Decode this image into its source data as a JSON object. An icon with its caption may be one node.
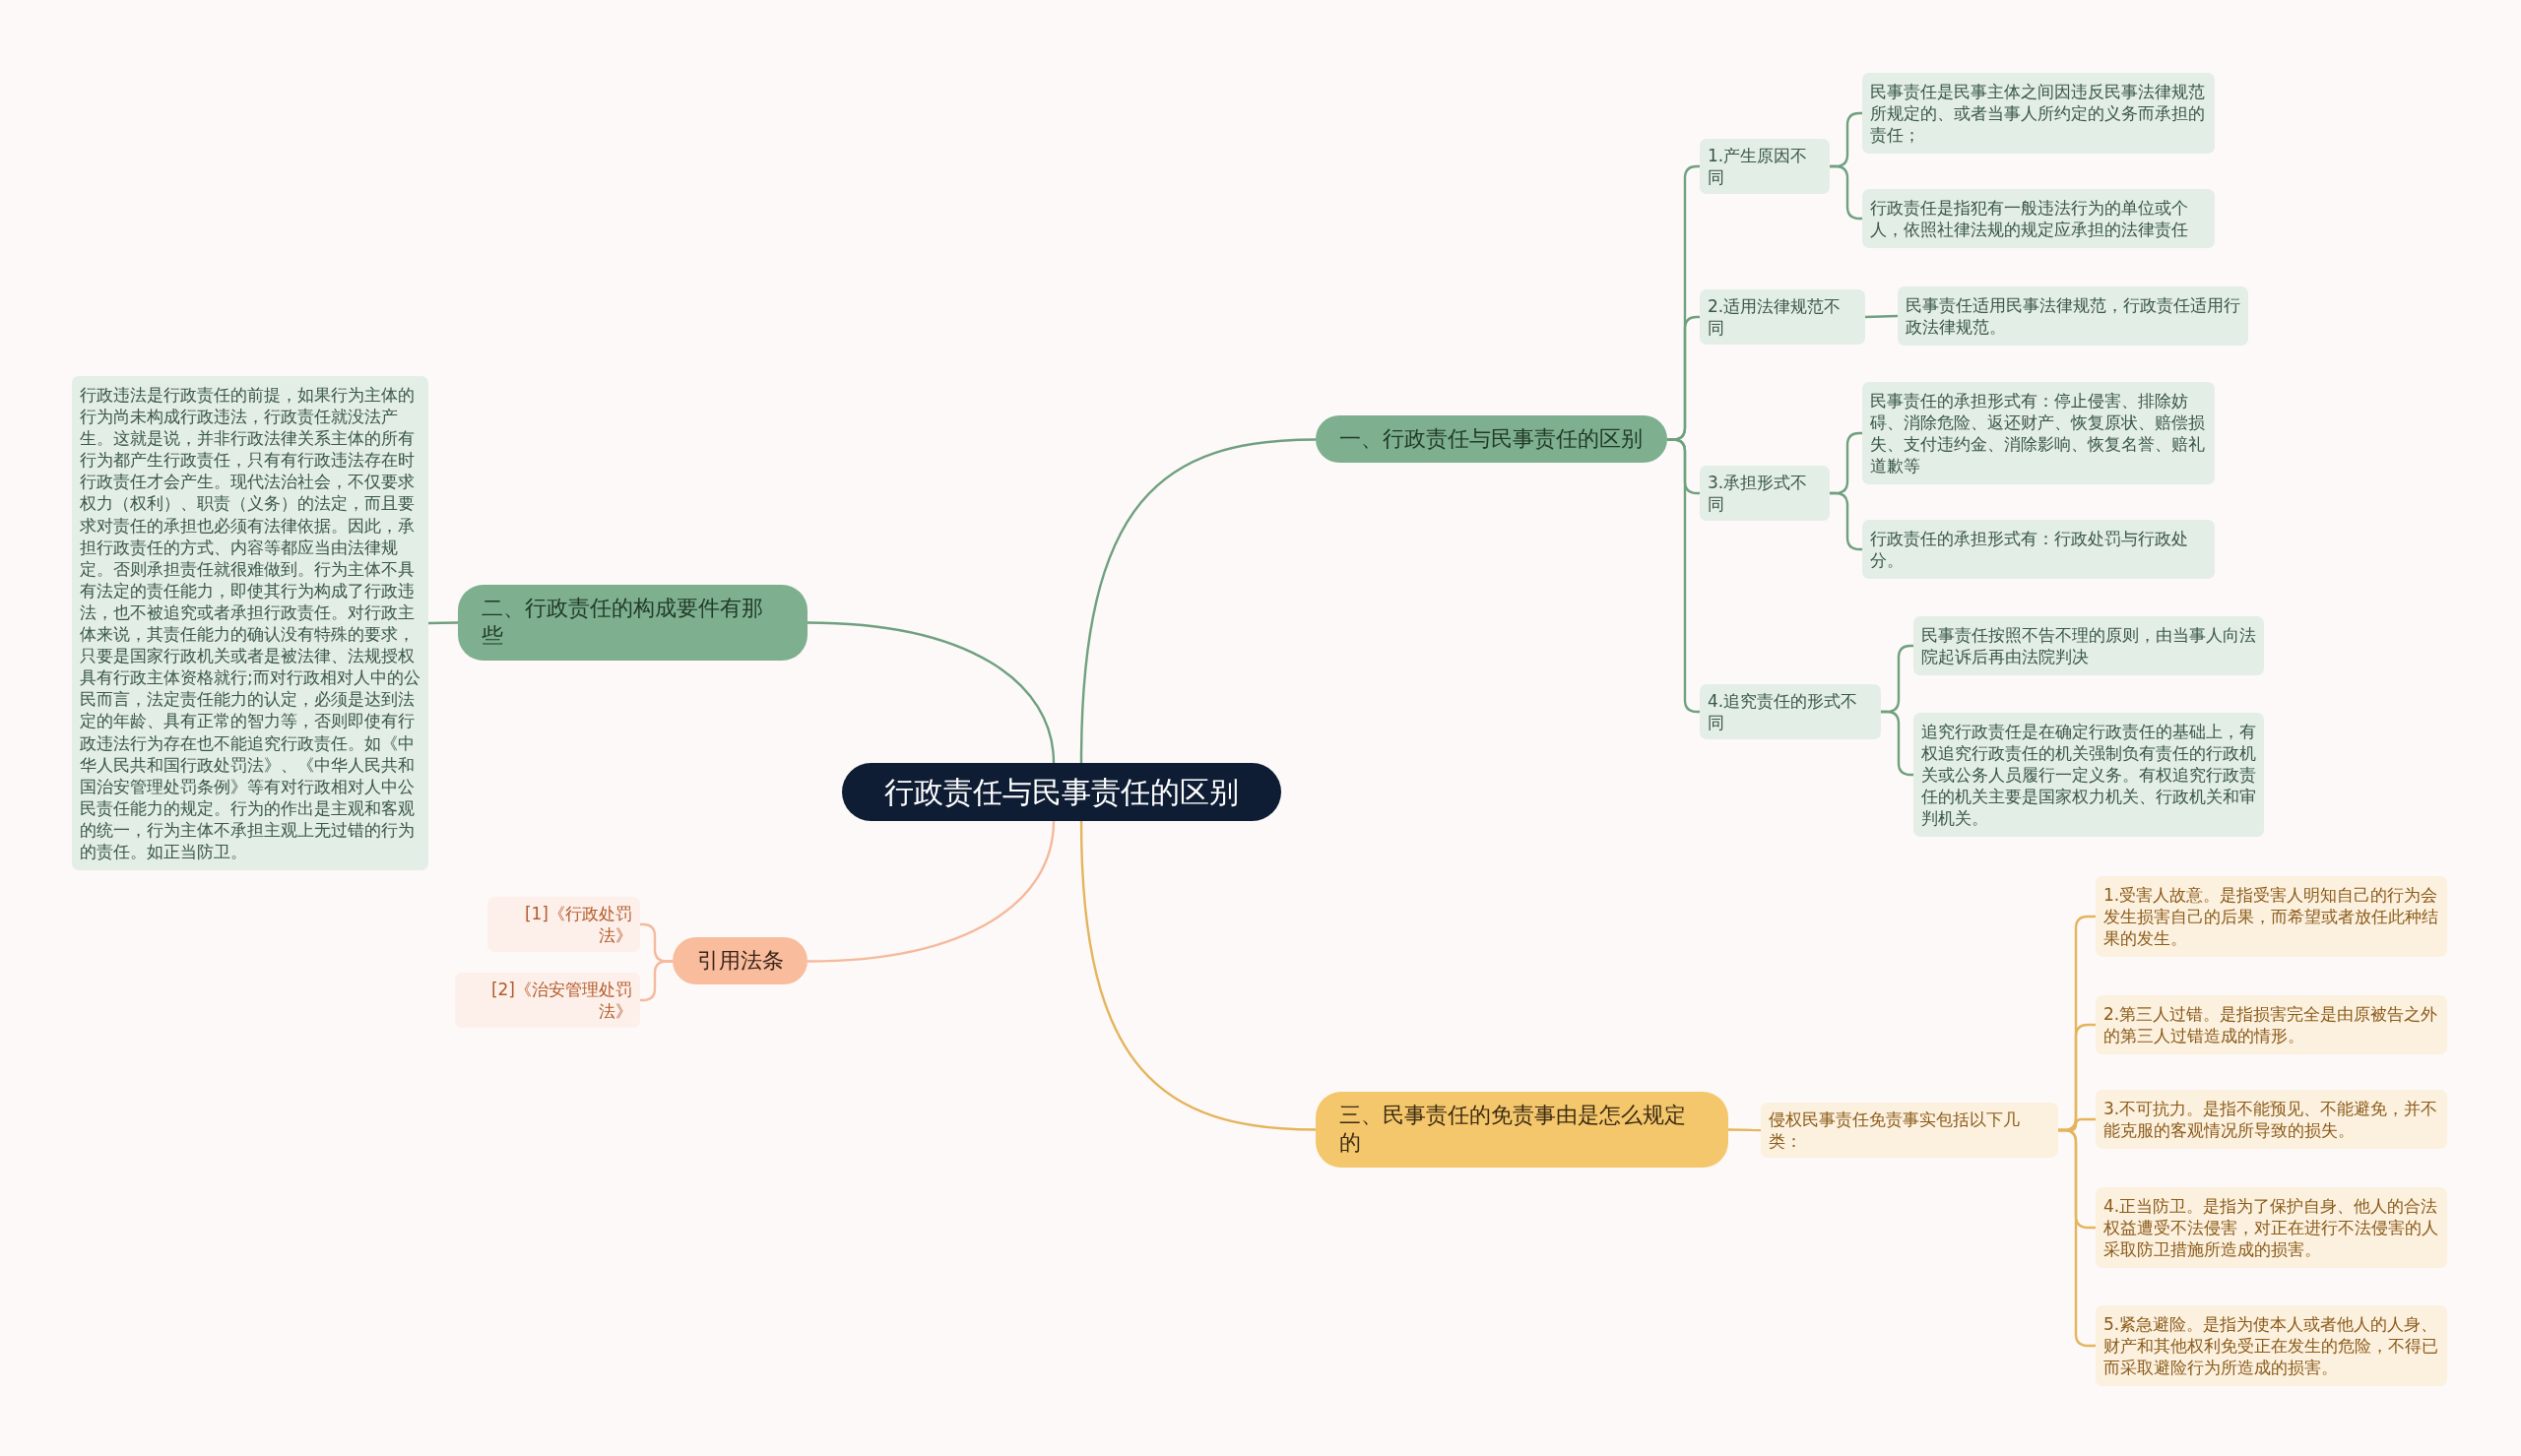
{
  "diagram": {
    "nodes": [
      {
        "text": [
          "行政责任与民事责任的区别"
        ]
      },
      {
        "text": [
          "一、行政责任与民事责任的区别"
        ]
      },
      {
        "text": [
          "1.产生原因不同"
        ]
      },
      {
        "text": [
          "民事责任是民事主体之间因违反民事法律规范所规定的、或者当事人所约定的义务而承担的责任；"
        ]
      },
      {
        "text": [
          "行政责任是指犯有一般违法行为的单位或个人，依照社律法规的规定应承担的法律责任"
        ]
      },
      {
        "text": [
          "2.适用法律规范不同"
        ]
      },
      {
        "text": [
          "民事责任适用民事法律规范，行政责任适用行政法律规范。"
        ]
      },
      {
        "text": [
          "3.承担形式不同"
        ]
      },
      {
        "text": [
          "民事责任的承担形式有：停止侵害、排除妨碍、消除危险、返还财产、恢复原状、赔偿损失、支付违约金、消除影响、恢复名誉、赔礼道歉等"
        ]
      },
      {
        "text": [
          "行政责任的承担形式有：行政处罚与行政处分。"
        ]
      },
      {
        "text": [
          "4.追究责任的形式不同"
        ]
      },
      {
        "text": [
          "民事责任按照不告不理的原则，由当事人向法院起诉后再由法院判决"
        ]
      },
      {
        "text": [
          "追究行政责任是在确定行政责任的基础上，有权追究行政责任的机关强制负有责任的行政机关或公务人员履行一定义务。有权追究行政责任的机关主要是国家权力机关、行政机关和审判机关。"
        ]
      },
      {
        "text": [
          "二、行政责任的构成要件有那些"
        ]
      },
      {
        "text": [
          "行政违法是行政责任的前提，如果行为主体的行为尚未构成行政违法，行政责任就没法产生。这就是说，并非行政法律关系主体的所有行为都产生行政责任，只有有行政违法存在时行政责任才会产生。现代法治社会，不仅要求权力（权利）、职责（义务）的法定，而且要求对责任的承担也必须有法律依据。因此，承担行政责任的方式、内容等都应当由法律规定。否则承担责任就很难做到。行为主体不具有法定的责任能力，即使其行为构成了行政违法，也不被追究或者承担行政责任。对行政主体来说，其责任能力的确认没有特殊的要求，只要是国家行政机关或者是被法律、法规授权具有行政主体资格就行;而对行政相对人中的公民而言，法定责任能力的认定，必须是达到法定的年龄、具有正常的智力等，否则即使有行政违法行为存在也不能追究行政责任。如《中华人民共和国行政处罚法》、《中华人民共和国治安管理处罚条例》等有对行政相对人中公民责任能力的规定。行为的作出是主观和客观的统一，行为主体不承担主观上无过错的行为的责任。如正当防卫。"
        ]
      },
      {
        "text": [
          "引用法条"
        ]
      },
      {
        "text": [
          "[1]《行政处罚法》"
        ]
      },
      {
        "text": [
          "[2]《治安管理处罚法》"
        ]
      },
      {
        "text": [
          "三、民事责任的免责事由是怎么规定的"
        ]
      },
      {
        "text": [
          "侵权民事责任免责事实包括以下几类："
        ]
      },
      {
        "text": [
          "1.受害人故意。是指受害人明知自己的行为会发生损害自己的后果，而希望或者放任此种结果的发生。"
        ]
      },
      {
        "text": [
          "2.第三人过错。是指损害完全是由原被告之外的第三人过错造成的情形。"
        ]
      },
      {
        "text": [
          "3.不可抗力。是指不能预见、不能避免，并不能克服的客观情况所导致的损失。"
        ]
      },
      {
        "text": [
          "4.正当防卫。是指为了保护自身、他人的合法权益遭受不法侵害，对正在进行不法侵害的人采取防卫措施所造成的损害。"
        ]
      },
      {
        "text": [
          "5.紧急避险。是指为使本人或者他人的人身、财产和其他权利免受正在发生的危险，不得已而采取避险行为所造成的损害。"
        ]
      }
    ],
    "edges": [
      {
        "from": 0,
        "to": 1,
        "arrow": "none"
      },
      {
        "from": 1,
        "to": 2,
        "arrow": "none"
      },
      {
        "from": 1,
        "to": 5,
        "arrow": "none"
      },
      {
        "from": 1,
        "to": 7,
        "arrow": "none"
      },
      {
        "from": 1,
        "to": 10,
        "arrow": "none"
      },
      {
        "from": 2,
        "to": 3,
        "arrow": "none"
      },
      {
        "from": 2,
        "to": 4,
        "arrow": "none"
      },
      {
        "from": 5,
        "to": 6,
        "arrow": "none"
      },
      {
        "from": 7,
        "to": 8,
        "arrow": "none"
      },
      {
        "from": 7,
        "to": 9,
        "arrow": "none"
      },
      {
        "from": 10,
        "to": 11,
        "arrow": "none"
      },
      {
        "from": 10,
        "to": 12,
        "arrow": "none"
      },
      {
        "from": 0,
        "to": 13,
        "arrow": "none"
      },
      {
        "from": 13,
        "to": 14,
        "arrow": "none"
      },
      {
        "from": 0,
        "to": 15,
        "arrow": "none",
        "color": "#f5b99b"
      },
      {
        "from": 15,
        "to": 16,
        "arrow": "none",
        "color": "#f5b99b"
      },
      {
        "from": 15,
        "to": 17,
        "arrow": "none",
        "color": "#f5b99b"
      },
      {
        "from": 0,
        "to": 18,
        "arrow": "none",
        "color": "#e5b45c"
      },
      {
        "from": 18,
        "to": 19,
        "arrow": "none",
        "color": "#e5b45c"
      },
      {
        "from": 19,
        "to": 20,
        "arrow": "none",
        "color": "#e5b45c"
      },
      {
        "from": 19,
        "to": 21,
        "arrow": "none",
        "color": "#e5b45c"
      },
      {
        "from": 19,
        "to": 22,
        "arrow": "none",
        "color": "#e5b45c"
      },
      {
        "from": 19,
        "to": 23,
        "arrow": "none",
        "color": "#e5b45c"
      },
      {
        "from": 19,
        "to": 24,
        "arrow": "none",
        "color": "#e5b45c"
      }
    ]
  }
}
